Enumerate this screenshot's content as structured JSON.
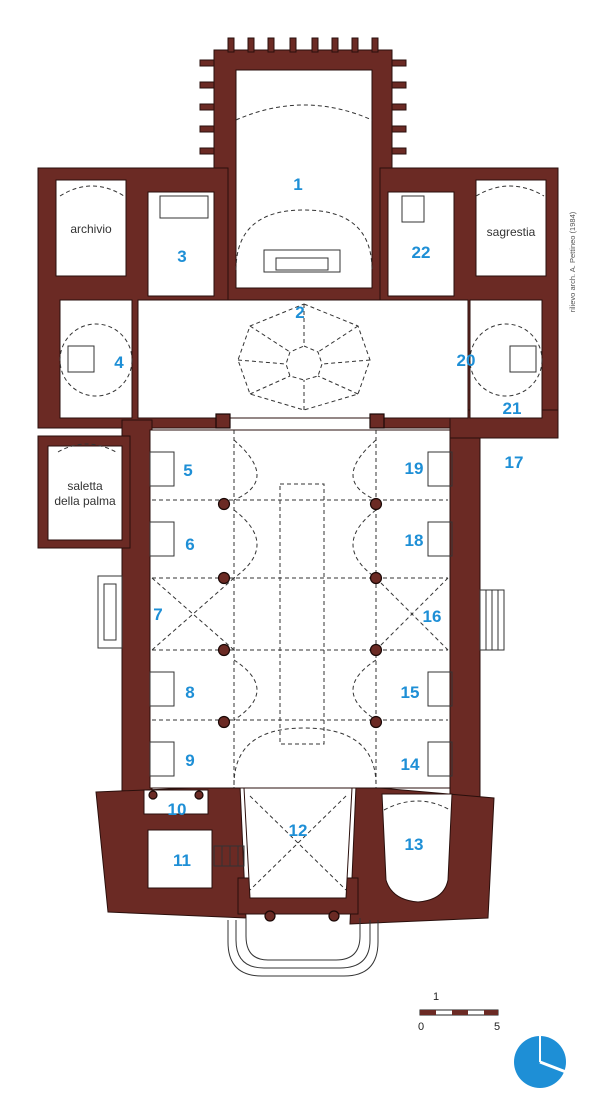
{
  "accent_color": "#1e8fd6",
  "wall_color": "#6b2a24",
  "room_numbers": [
    "1",
    "2",
    "3",
    "4",
    "5",
    "6",
    "7",
    "8",
    "9",
    "10",
    "11",
    "12",
    "13",
    "14",
    "15",
    "16",
    "17",
    "18",
    "19",
    "20",
    "21",
    "22"
  ],
  "room_names": {
    "archive": "archivio",
    "sacristy": "sagrestia",
    "palm_room_line1": "saletta",
    "palm_room_line2": "della palma"
  },
  "credit": "rilievo arch. A. Pettineo (1984)",
  "scale_bar": {
    "mid_label": "1",
    "start_label": "0",
    "end_label": "5"
  },
  "north_arrow_icon": "compass-icon"
}
